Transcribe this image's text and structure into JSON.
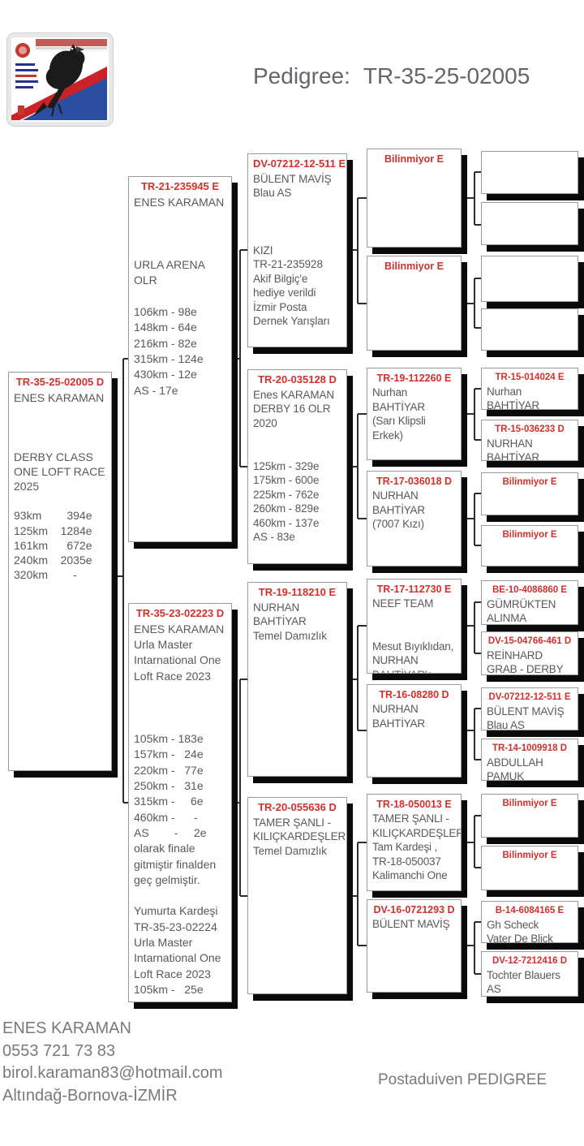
{
  "colors": {
    "ring-red": "#d2302c",
    "text-gray": "#58595b",
    "title-gray": "#63666a",
    "footer-gray": "#77797c",
    "shadow-black": "#0a0a0a"
  },
  "header": {
    "title_label": "Pedigree:",
    "title_ring": "TR-35-25-02005"
  },
  "logo": {
    "name": "pigeon-loft-card"
  },
  "boxes": {
    "subject": {
      "ring": "TR-35-25-02005 D",
      "text": "ENES KARAMAN\n\n\n\nDERBY CLASS\nONE LOFT RACE\n2025\n\n93km        394e\n125km    1284e\n161km      672e\n240km    2035e\n320km        -"
    },
    "g2": [
      {
        "ring": "TR-21-235945 E",
        "text": "ENES KARAMAN\n\n\n\nURLA ARENA OLR\n\n106km - 98e\n148km - 64e\n216km - 82e\n315km - 124e\n430km - 12e\nAS - 17e"
      },
      {
        "ring": "TR-35-23-02223 D",
        "text": "ENES KARAMAN\nUrla Master\nIntarnational One\nLoft Race 2023\n\n\n\n105km - 183e\n157km -   24e\n220km -   77e\n250km -   31e\n315km -     6e\n460km -      -\nAS        -     2e\nolarak finale\ngitmiştir finalden\ngeç gelmiştir.\n\nYumurta Kardeşi\nTR-35-23-02224\nUrla Master\nIntarnational One\nLoft Race 2023\n105km -   25e"
      }
    ],
    "g3": [
      {
        "ring": "DV-07212-12-511 E",
        "text": "BÜLENT MAVİŞ\nBlau AS\n\n\n\nKIZI\nTR-21-235928\nAkif Bilgiç'e\nhediye verildi\nİzmir Posta\nDernek Yarışları"
      },
      {
        "ring": "TR-20-035128 D",
        "text": "Enes KARAMAN\nDERBY 16 OLR\n2020\n\n\n125km - 329e\n175km - 600e\n225km - 762e\n260km - 829e\n460km - 137e\nAS - 83e"
      },
      {
        "ring": "TR-19-118210 E",
        "text": "NURHAN\nBAHTİYAR\nTemel Damızlık"
      },
      {
        "ring": "TR-20-055636 D",
        "text": "TAMER ŞANLI -\nKILIÇKARDEŞLER\nTemel Damızlık"
      }
    ],
    "g4": [
      {
        "ring": "Bilinmiyor E",
        "text": ""
      },
      {
        "ring": "Bilinmiyor E",
        "text": ""
      },
      {
        "ring": "TR-19-112260 E",
        "text": "Nurhan BAHTİYAR\n(Sarı Klipsli Erkek)"
      },
      {
        "ring": "TR-17-036018 D",
        "text": "NURHAN\nBAHTİYAR\n(7007 Kızı)"
      },
      {
        "ring": "TR-17-112730 E",
        "text": "NEEF TEAM\n\n\nMesut Bıyıklıdan,\nNURHAN\nBAHTİYAR'a"
      },
      {
        "ring": "TR-16-08280 D",
        "text": "NURHAN\nBAHTİYAR"
      },
      {
        "ring": "TR-18-050013 E",
        "text": "TAMER ŞANLI -\nKILIÇKARDEŞLER\nTam Kardeşi ,\nTR-18-050037\nKalimanchi One"
      },
      {
        "ring": "DV-16-0721293 D",
        "text": "BÜLENT MAVİŞ"
      }
    ],
    "g5": [
      {
        "ring": "",
        "text": ""
      },
      {
        "ring": "",
        "text": ""
      },
      {
        "ring": "",
        "text": ""
      },
      {
        "ring": "",
        "text": ""
      },
      {
        "ring": "TR-15-014024 E",
        "text": "Nurhan BAHTİYAR\n(Kurt Karması)"
      },
      {
        "ring": "TR-15-036233 D",
        "text": "NURHAN\nBAHTİYAR"
      },
      {
        "ring": "Bilinmiyor E",
        "text": ""
      },
      {
        "ring": "Bilinmiyor E",
        "text": ""
      },
      {
        "ring": "BE-10-4086860 E",
        "text": "GÜMRÜKTEN\nALINMA"
      },
      {
        "ring": "DV-15-04766-461 D",
        "text": "REİNHARD\nGRAB - DERBY"
      },
      {
        "ring": "DV-07212-12-511 E",
        "text": "BÜLENT MAVİŞ\nBlau AS"
      },
      {
        "ring": "TR-14-1009918 D",
        "text": "ABDULLAH\nPAMUK"
      },
      {
        "ring": "Bilinmiyor E",
        "text": ""
      },
      {
        "ring": "Bilinmiyor E",
        "text": ""
      },
      {
        "ring": "B-14-6084165 E",
        "text": "Gh Scheck\nVater De Blick"
      },
      {
        "ring": "DV-12-7212416 D",
        "text": "Tochter Blauers\nAS"
      }
    ]
  },
  "footer": {
    "owner": "ENES KARAMAN",
    "phone": "0553 721 73 83",
    "email": "birol.karaman83@hotmail.com",
    "address": "Altındağ-Bornova-İZMİR",
    "brand": "Postaduiven PEDIGREE"
  }
}
